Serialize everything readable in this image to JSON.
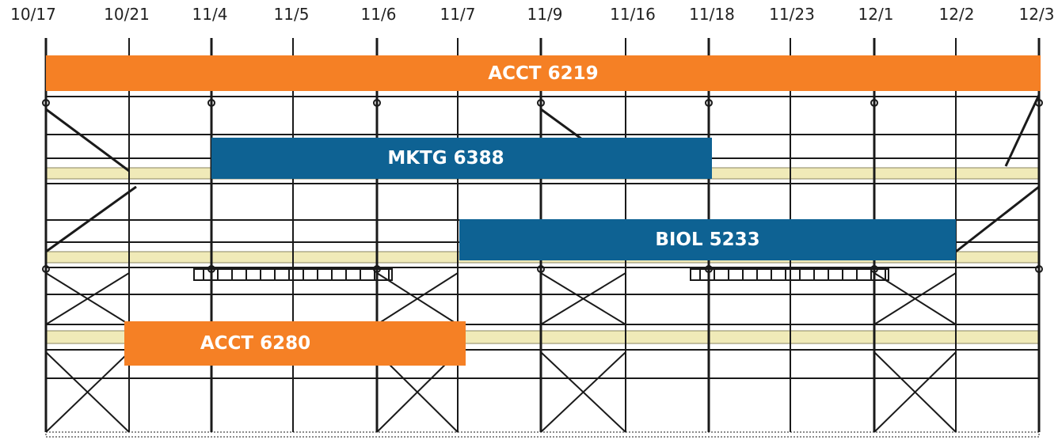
{
  "timeline": {
    "dates": [
      "10/17",
      "10/21",
      "11/4",
      "11/5",
      "11/6",
      "11/7",
      "11/9",
      "11/16",
      "11/18",
      "11/23",
      "12/1",
      "12/2",
      "12/3"
    ]
  },
  "courses": [
    {
      "label": "ACCT 6219",
      "start": "10/17",
      "end": "12/3",
      "color": "#f58025"
    },
    {
      "label": "MKTG 6388",
      "start": "11/4",
      "end": "11/18",
      "color": "#0e6293"
    },
    {
      "label": "BIOL 5233",
      "start": "11/7",
      "end": "12/2",
      "color": "#0e6293"
    },
    {
      "label": "ACCT 6280",
      "start": "10/21",
      "end": "11/7",
      "color": "#f58025"
    }
  ],
  "colors": {
    "orange": "#f58025",
    "blue": "#0e6293",
    "plank": "#f0eab8",
    "structure": "#1a1a1a"
  }
}
